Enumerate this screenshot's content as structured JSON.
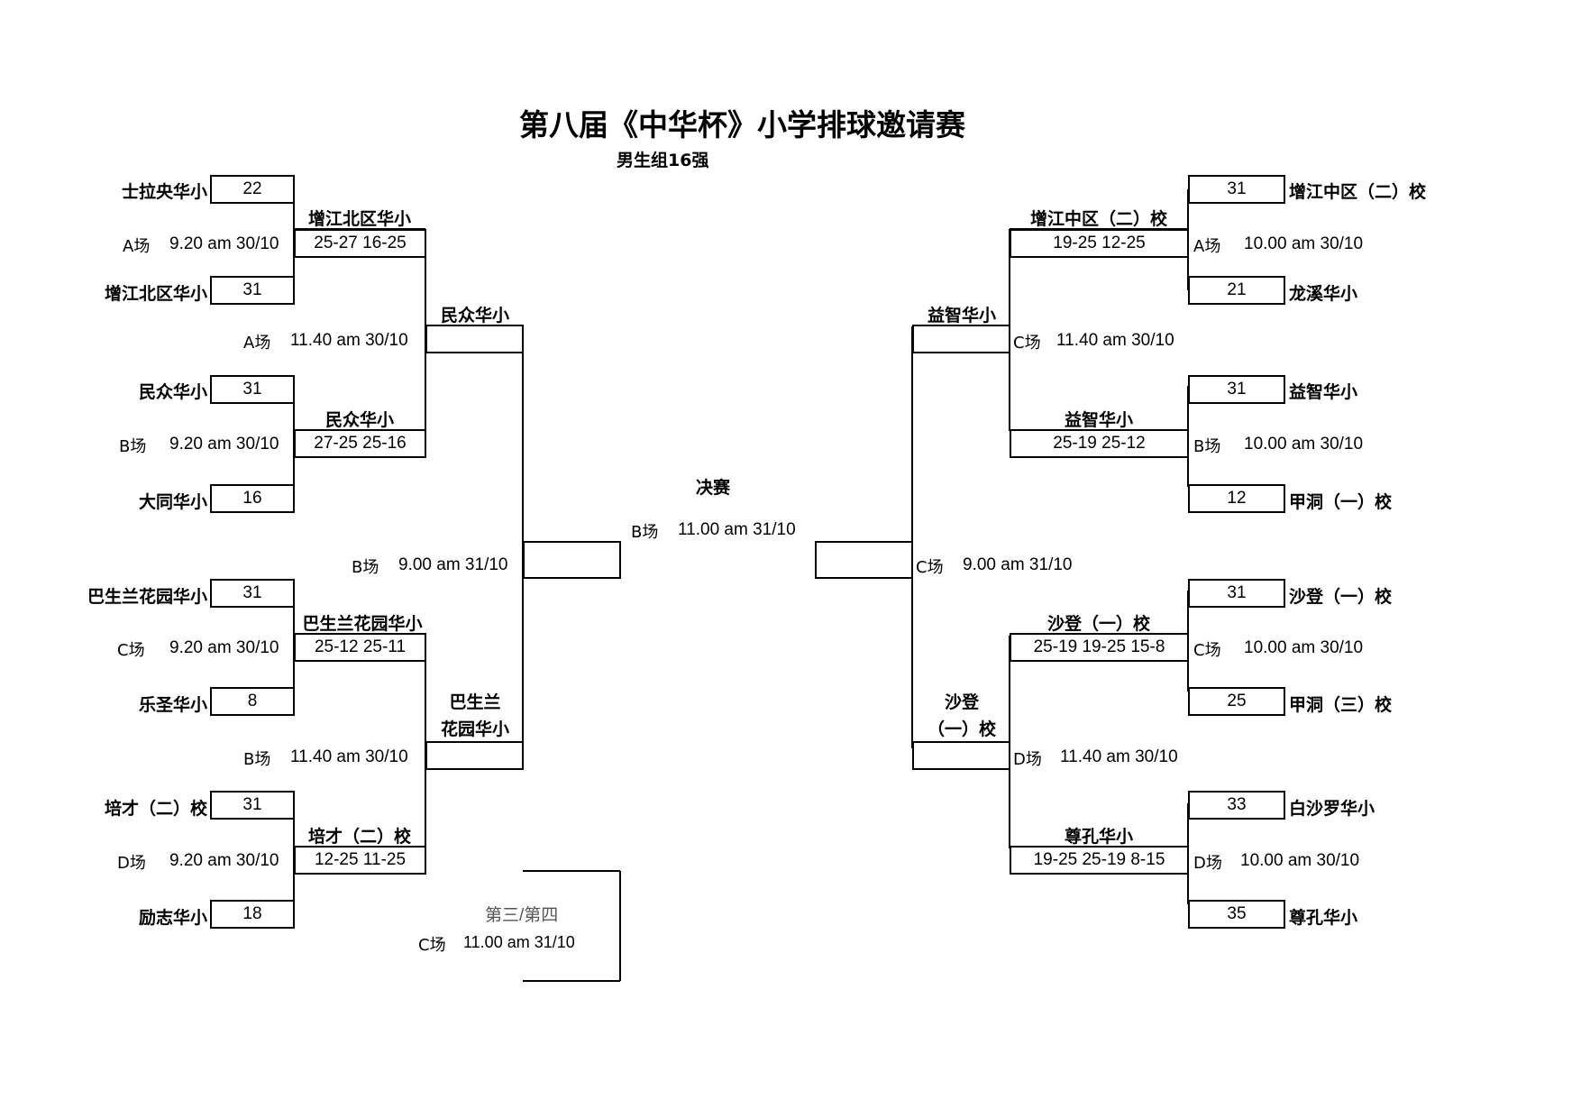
{
  "title": "第八届《中华杯》小学排球邀请赛",
  "subtitle": "男生组16强",
  "final": {
    "label": "决赛",
    "venue": "B场",
    "time": "11.00 am 31/10"
  },
  "third_place": {
    "label": "第三/第四",
    "venue": "C场",
    "time": "11.00 am 31/10"
  },
  "left": {
    "round1": [
      {
        "team_a": "士拉央华小",
        "score_a": "22",
        "team_b": "增江北区华小",
        "score_b": "31",
        "venue": "A场",
        "time": "9.20 am 30/10",
        "winner": "增江北区华小",
        "sets": "25-27 16-25"
      },
      {
        "team_a": "民众华小",
        "score_a": "31",
        "team_b": "大同华小",
        "score_b": "16",
        "venue": "B场",
        "time": "9.20 am 30/10",
        "winner": "民众华小",
        "sets": "27-25 25-16"
      },
      {
        "team_a": "巴生兰花园华小",
        "score_a": "31",
        "team_b": "乐圣华小",
        "score_b": "8",
        "venue": "C场",
        "time": "9.20 am 30/10",
        "winner": "巴生兰花园华小",
        "sets": "25-12 25-11"
      },
      {
        "team_a": "培才（二）校",
        "score_a": "31",
        "team_b": "励志华小",
        "score_b": "18",
        "venue": "D场",
        "time": "9.20 am 30/10",
        "winner": "培才（二）校",
        "sets": "12-25 11-25"
      }
    ],
    "quarter": [
      {
        "venue": "A场",
        "time": "11.40 am 30/10",
        "winner": "民众华小"
      },
      {
        "venue": "B场",
        "time": "11.40 am 30/10",
        "winner_line1": "巴生兰",
        "winner_line2": "花园华小"
      }
    ],
    "semi": {
      "venue": "B场",
      "time": "9.00 am 31/10"
    }
  },
  "right": {
    "round1": [
      {
        "team_a": "增江中区（二）校",
        "score_a": "31",
        "team_b": "龙溪华小",
        "score_b": "21",
        "venue": "A场",
        "time": "10.00 am 30/10",
        "winner": "增江中区（二）校",
        "sets": "19-25 12-25"
      },
      {
        "team_a": "益智华小",
        "score_a": "31",
        "team_b": "甲洞（一）校",
        "score_b": "12",
        "venue": "B场",
        "time": "10.00 am 30/10",
        "winner": "益智华小",
        "sets": "25-19 25-12"
      },
      {
        "team_a": "沙登（一）校",
        "score_a": "31",
        "team_b": "甲洞（三）校",
        "score_b": "25",
        "venue": "C场",
        "time": "10.00 am 30/10",
        "winner": "沙登（一）校",
        "sets": "25-19 19-25 15-8"
      },
      {
        "team_a": "白沙罗华小",
        "score_a": "33",
        "team_b": "尊孔华小",
        "score_b": "35",
        "venue": "D场",
        "time": "10.00 am 30/10",
        "winner": "尊孔华小",
        "sets": "19-25 25-19 8-15"
      }
    ],
    "quarter": [
      {
        "venue": "C场",
        "time": "11.40 am 30/10",
        "winner": "益智华小"
      },
      {
        "venue": "D场",
        "time": "11.40 am 30/10",
        "winner_line1": "沙登",
        "winner_line2": "（一）校"
      }
    ],
    "semi": {
      "venue": "C场",
      "time": "9.00 am 31/10"
    }
  }
}
